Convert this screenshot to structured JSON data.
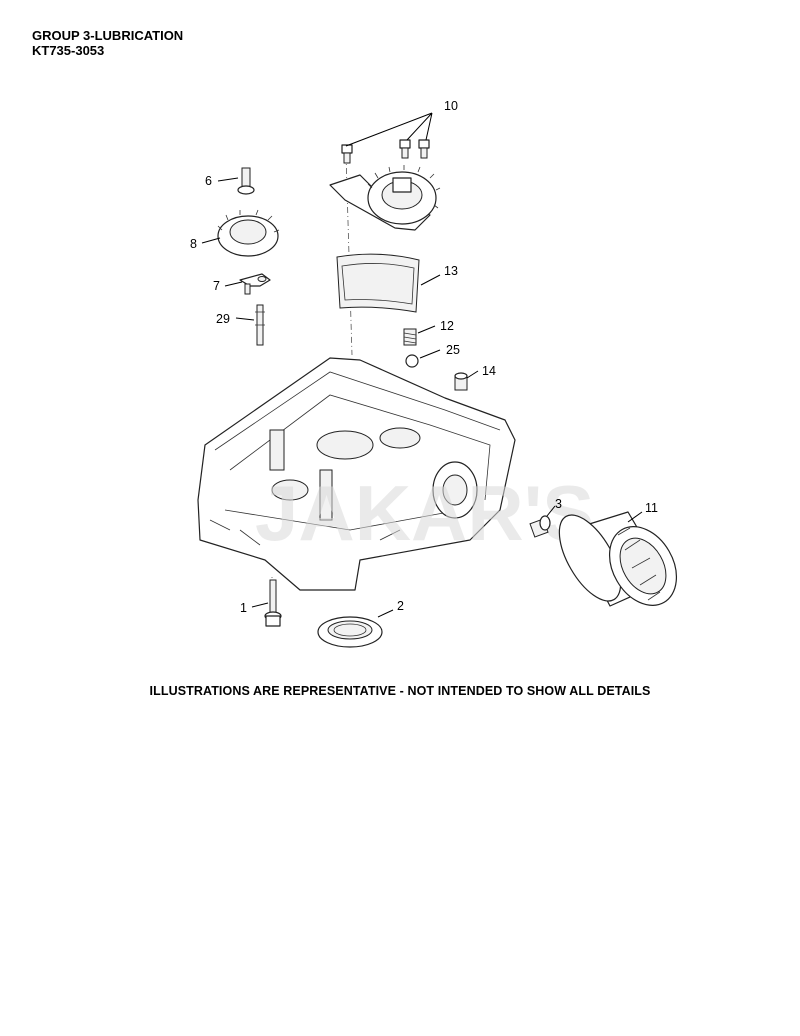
{
  "header": {
    "group_title": "GROUP 3-LUBRICATION",
    "model": "KT735-3053"
  },
  "footer_note": "ILLUSTRATIONS ARE REPRESENTATIVE - NOT INTENDED TO SHOW ALL DETAILS",
  "callouts": {
    "c1": "1",
    "c2": "2",
    "c3": "3",
    "c6": "6",
    "c7": "7",
    "c8": "8",
    "c10": "10",
    "c11": "11",
    "c12": "12",
    "c13": "13",
    "c14": "14",
    "c25": "25",
    "c29": "29"
  }
}
